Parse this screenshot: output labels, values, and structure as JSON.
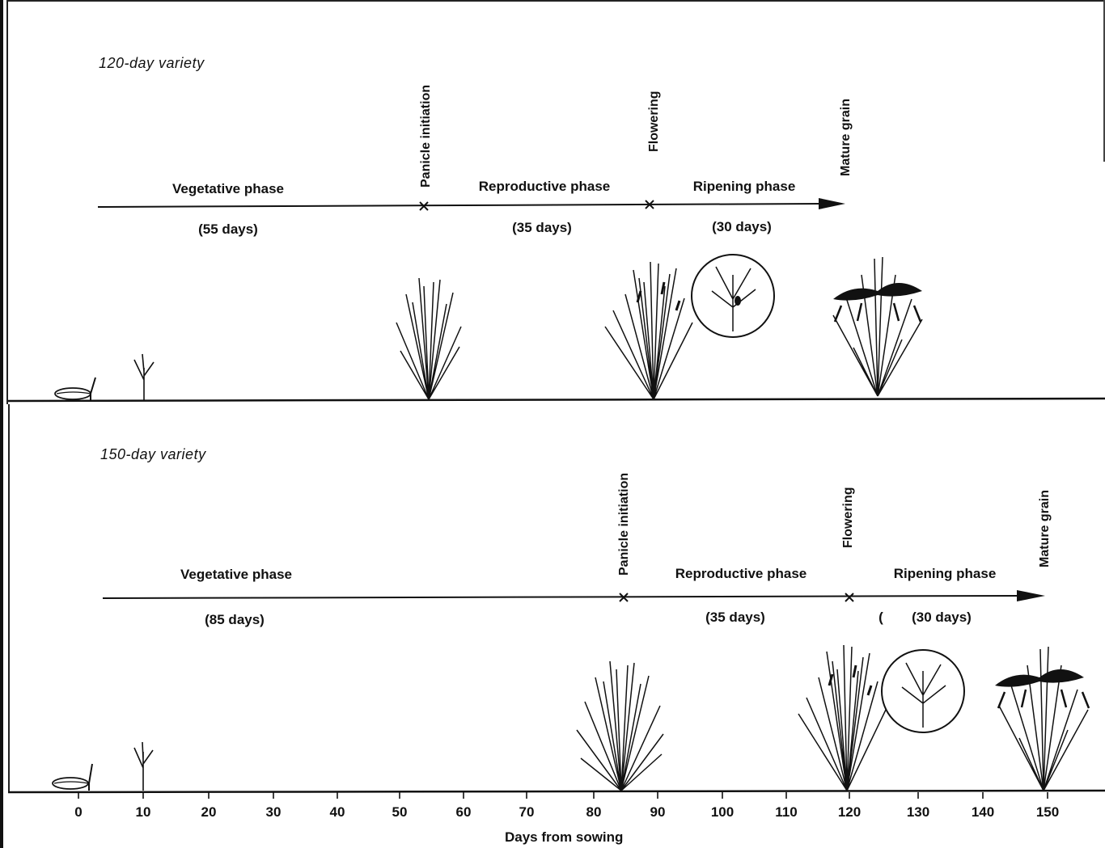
{
  "panels": [
    {
      "variety": "120-day variety",
      "phases": [
        {
          "name": "Vegetative phase",
          "days": "(55 days)"
        },
        {
          "name": "Reproductive phase",
          "days": "(35 days)"
        },
        {
          "name": "Ripening phase",
          "days": "(30 days)"
        }
      ],
      "stages": [
        {
          "label": "Panicle initiation",
          "day": 55
        },
        {
          "label": "Flowering",
          "day": 90
        },
        {
          "label": "Mature grain",
          "day": 120
        }
      ]
    },
    {
      "variety": "150-day variety",
      "phases": [
        {
          "name": "Vegetative phase",
          "days": "(85 days)"
        },
        {
          "name": "Reproductive phase",
          "days": "(35 days)"
        },
        {
          "name": "Ripening phase",
          "days": "(30 days)"
        }
      ],
      "stages": [
        {
          "label": "Panicle initiation",
          "day": 85
        },
        {
          "label": "Flowering",
          "day": 120
        },
        {
          "label": "Mature grain",
          "day": 150
        }
      ],
      "stray_mark": "("
    }
  ],
  "axis": {
    "title": "Days from sowing",
    "ticks": [
      "0",
      "10",
      "20",
      "30",
      "40",
      "50",
      "60",
      "70",
      "80",
      "90",
      "100",
      "110",
      "120",
      "130",
      "140",
      "150"
    ]
  },
  "colors": {
    "ink": "#111111",
    "background": "#ffffff"
  }
}
